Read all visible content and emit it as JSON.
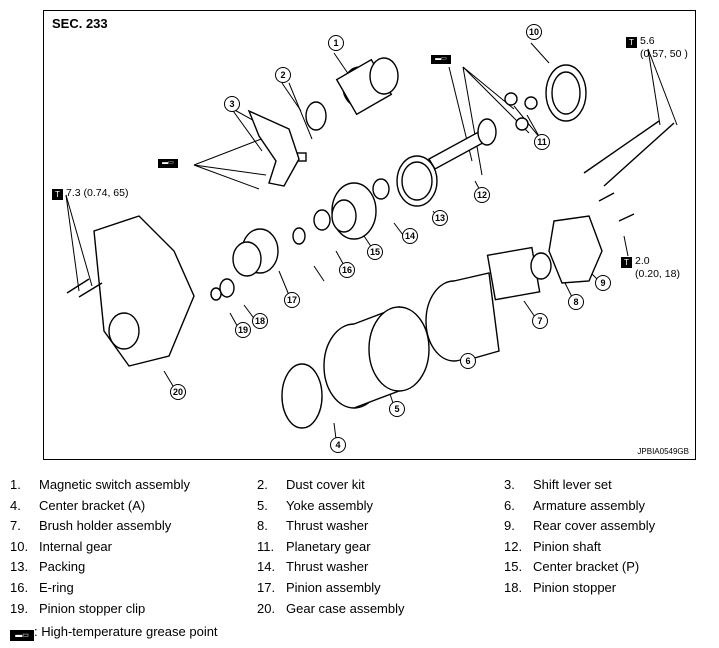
{
  "diagram": {
    "section": "SEC. 233",
    "figure_id": "JPBIA0549GB",
    "torques": [
      {
        "value": "5.6",
        "sub": "(0.57, 50 )"
      },
      {
        "value": "7.3 (0.74, 65)"
      },
      {
        "value": "2.0",
        "sub": "(0.20, 18)"
      }
    ],
    "callouts": [
      "1",
      "2",
      "3",
      "4",
      "5",
      "6",
      "7",
      "8",
      "9",
      "10",
      "11",
      "12",
      "13",
      "14",
      "15",
      "16",
      "17",
      "18",
      "19",
      "20"
    ]
  },
  "legend": {
    "items": [
      {
        "num": "1.",
        "name": "Magnetic switch assembly"
      },
      {
        "num": "2.",
        "name": "Dust cover kit"
      },
      {
        "num": "3.",
        "name": "Shift lever set"
      },
      {
        "num": "4.",
        "name": "Center bracket (A)"
      },
      {
        "num": "5.",
        "name": "Yoke assembly"
      },
      {
        "num": "6.",
        "name": "Armature assembly"
      },
      {
        "num": "7.",
        "name": "Brush holder assembly"
      },
      {
        "num": "8.",
        "name": "Thrust washer"
      },
      {
        "num": "9.",
        "name": "Rear cover assembly"
      },
      {
        "num": "10.",
        "name": "Internal gear"
      },
      {
        "num": "11.",
        "name": "Planetary gear"
      },
      {
        "num": "12.",
        "name": "Pinion shaft"
      },
      {
        "num": "13.",
        "name": "Packing"
      },
      {
        "num": "14.",
        "name": "Thrust washer"
      },
      {
        "num": "15.",
        "name": "Center bracket (P)"
      },
      {
        "num": "16.",
        "name": "E-ring"
      },
      {
        "num": "17.",
        "name": "Pinion assembly"
      },
      {
        "num": "18.",
        "name": "Pinion stopper"
      },
      {
        "num": "19.",
        "name": "Pinion stopper clip"
      },
      {
        "num": "20.",
        "name": "Gear case assembly"
      }
    ],
    "grease_note": ": High-temperature grease point"
  }
}
